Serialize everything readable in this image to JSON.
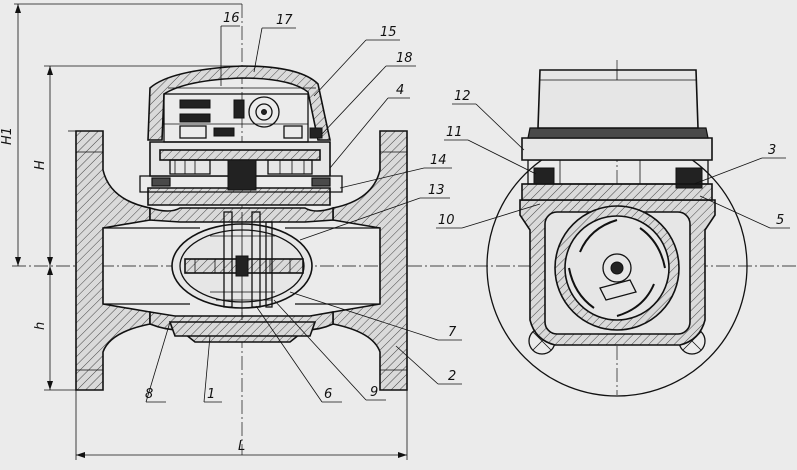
{
  "labels": {
    "p1": "1",
    "p2": "2",
    "p3": "3",
    "p4": "4",
    "p5": "5",
    "p6": "6",
    "p7": "7",
    "p8": "8",
    "p9": "9",
    "p10": "10",
    "p11": "11",
    "p12": "12",
    "p13": "13",
    "p14": "14",
    "p15": "15",
    "p16": "16",
    "p17": "17",
    "p18": "18"
  },
  "dimensions": {
    "h1": "H1",
    "h": "H",
    "h_lower": "h",
    "l": "L"
  }
}
